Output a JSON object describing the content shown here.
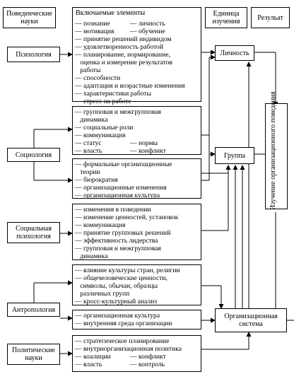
{
  "headers": {
    "behavioral_sciences": "Поведенческие науки",
    "included_elements": "Включаемые элементы",
    "unit_of_study": "Единица изучения",
    "result": "Резульат"
  },
  "sciences": {
    "psychology": "Психология",
    "sociology": "Социология",
    "social_psychology": "Социальная психология",
    "anthropology": "Антропология",
    "political_science": "Политические науки"
  },
  "units": {
    "personality": "Личность",
    "group": "Группа",
    "org_system": "Организационная система"
  },
  "result_label": "Изучение организационного поведения",
  "boxes": {
    "psych": [
      [
        "— познание",
        "— личность"
      ],
      [
        "— мотивация",
        "— обучение"
      ],
      "— принятие решений индивидом",
      "— удовлетворенность работой",
      "— планирование, нормирование,",
      "   оценка и измерение результатов",
      "   работы",
      "— способности",
      "— адаптация и возрастные изменения",
      "— характеристики работы",
      "— стресс на работе"
    ],
    "soc1": [
      "— групповая и межгрупповая",
      "   динамика",
      "— социальные роли",
      "— коммуникация",
      [
        "— статус",
        "— нормы"
      ],
      [
        "— власть",
        "— конфликт"
      ]
    ],
    "soc2": [
      "— формальные организационные",
      "   теории",
      "— бюрократия",
      "— организационные изменения",
      "— организационная культура"
    ],
    "socpsy": [
      "— изменения в поведении",
      "— изменение ценностей, установок",
      "— коммуникация",
      "— принятие групповых решений",
      "— эффективность лидерства",
      "— групповая и межгрупповая",
      "   динамика"
    ],
    "anth1": [
      "— влияние культуры стран, религии",
      "— общечеловеческие ценности,",
      "   символы, обычаи, образцы",
      "   различных групп",
      "— кросс-культурный анализ"
    ],
    "anth2": [
      "— организационная культура",
      "— внутренняя среда организации"
    ],
    "pol": [
      "— стратегическое планирование",
      "— внутриорганизационная политика",
      [
        "— коалиции",
        "— конфликт"
      ],
      [
        "— власть",
        "— контроль"
      ]
    ]
  }
}
